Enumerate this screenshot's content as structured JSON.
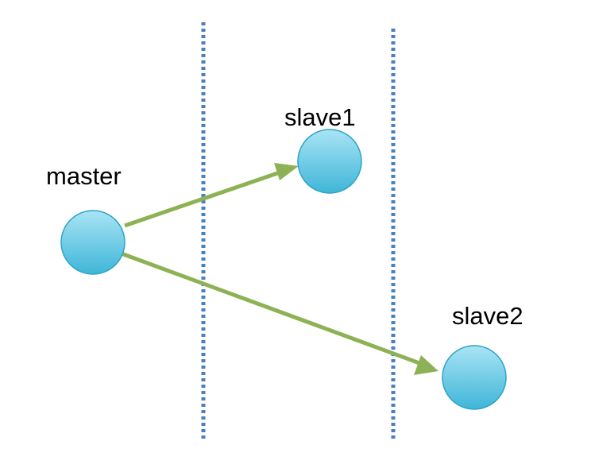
{
  "colors": {
    "background": "#ffffff",
    "divider": "#4a7fc1",
    "arrow": "#8db255",
    "node_top": "#a9e4f5",
    "node_bottom": "#3fb6d8",
    "node_stroke": "#2ea3c7"
  },
  "nodes": {
    "master": {
      "label": "master"
    },
    "slave1": {
      "label": "slave1"
    },
    "slave2": {
      "label": "slave2"
    }
  },
  "edges": [
    {
      "from": "master",
      "to": "slave1"
    },
    {
      "from": "master",
      "to": "slave2"
    }
  ]
}
